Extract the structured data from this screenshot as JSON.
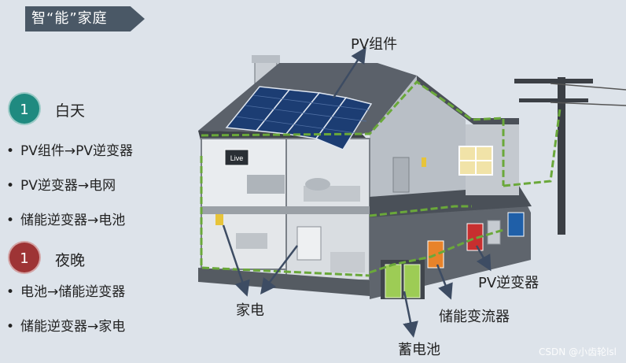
{
  "title": "智“能”家庭",
  "sections": [
    {
      "number": "1",
      "color": "#1f8a80",
      "label": "白天",
      "items": [
        "PV组件→PV逆变器",
        "PV逆变器→电网",
        "储能逆变器→电池"
      ]
    },
    {
      "number": "1",
      "color": "#9e3435",
      "label": "夜晚",
      "items": [
        "电池→储能逆变器",
        "储能逆变器→家电"
      ]
    }
  ],
  "diagram_labels": {
    "pv_module": "PV组件",
    "appliance": "家电",
    "battery": "蓄电池",
    "storage_converter": "储能变流器",
    "pv_inverter": "PV逆变器",
    "tv": "Live"
  },
  "watermark": "CSDN @小齿轮lsl"
}
